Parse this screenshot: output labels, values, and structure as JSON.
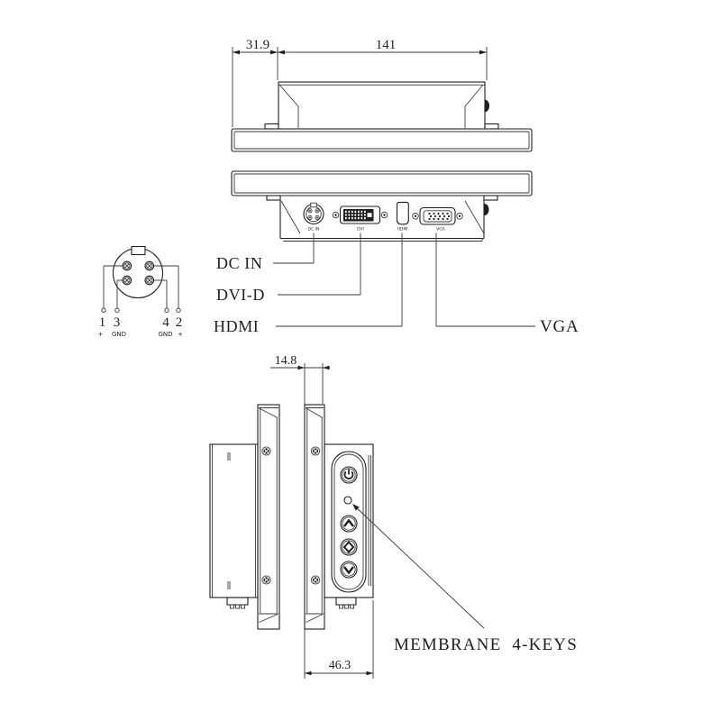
{
  "drawing": {
    "type": "technical-dimension-drawing",
    "line_color": "#1f1f1f",
    "background": "#ffffff"
  },
  "top_view": {
    "dim_offset": "31.9",
    "dim_width": "141"
  },
  "rear_ports": {
    "dc_in": {
      "label": "DC IN",
      "silk": "DC IN"
    },
    "dvi": {
      "label": "DVI-D",
      "silk": "DVI"
    },
    "hdmi": {
      "label": "HDMI",
      "silk": "HDMI"
    },
    "vga": {
      "label": "VGA",
      "silk": "VGA"
    }
  },
  "power_pinout": {
    "pins": [
      {
        "num": "1",
        "signal": "+"
      },
      {
        "num": "3",
        "signal": "GND"
      },
      {
        "num": "4",
        "signal": "GND"
      },
      {
        "num": "2",
        "signal": "+"
      }
    ]
  },
  "side_view": {
    "dim_thickness": "14.8",
    "dim_depth": "46.3",
    "keypad_label": "MEMBRANE 4-KEYS",
    "keypad_icons": [
      "power",
      "led-indicator",
      "up-arrow",
      "select-diamond",
      "down-arrow"
    ]
  }
}
